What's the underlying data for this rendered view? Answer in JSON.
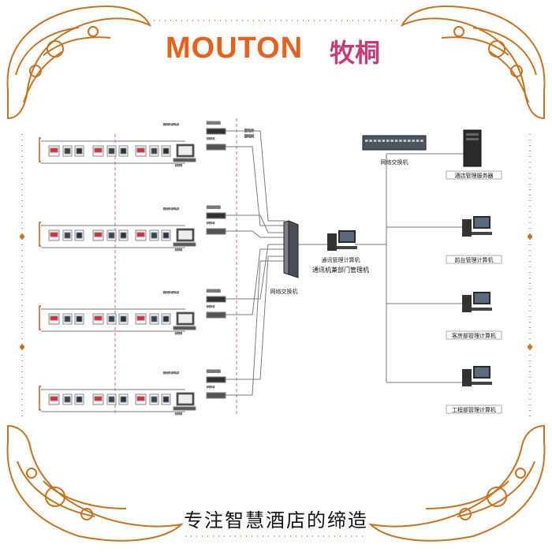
{
  "brand": {
    "name_en": "MOUTON",
    "name_cn": "牧桐",
    "primary_color": "#e8601c",
    "secondary_color": "#c83a7a"
  },
  "slogan": "专注智慧酒店的缔造",
  "diagram": {
    "main_switch": "网络交换机",
    "floor_switch": "网络交换机",
    "comm_pc_label": "通讯管理计算机",
    "comm_pc_sub": "通讯机兼部门管理机",
    "right_nodes": [
      {
        "label": "酒店管理服务器",
        "kind": "server"
      },
      {
        "label": "前台管理计算机",
        "kind": "pc"
      },
      {
        "label": "客房部管理计算机",
        "kind": "pc"
      },
      {
        "label": "工程部管理计算机",
        "kind": "pc"
      }
    ],
    "floor_labels": [
      "楼层控制器",
      "UTP5",
      "UTP-5",
      "弱电井",
      "弱电间",
      "RVVP-2*0.5"
    ],
    "line_color": "#7a7a7a",
    "bus_color": "#d080d0",
    "bracket_color": "#c85a28"
  }
}
